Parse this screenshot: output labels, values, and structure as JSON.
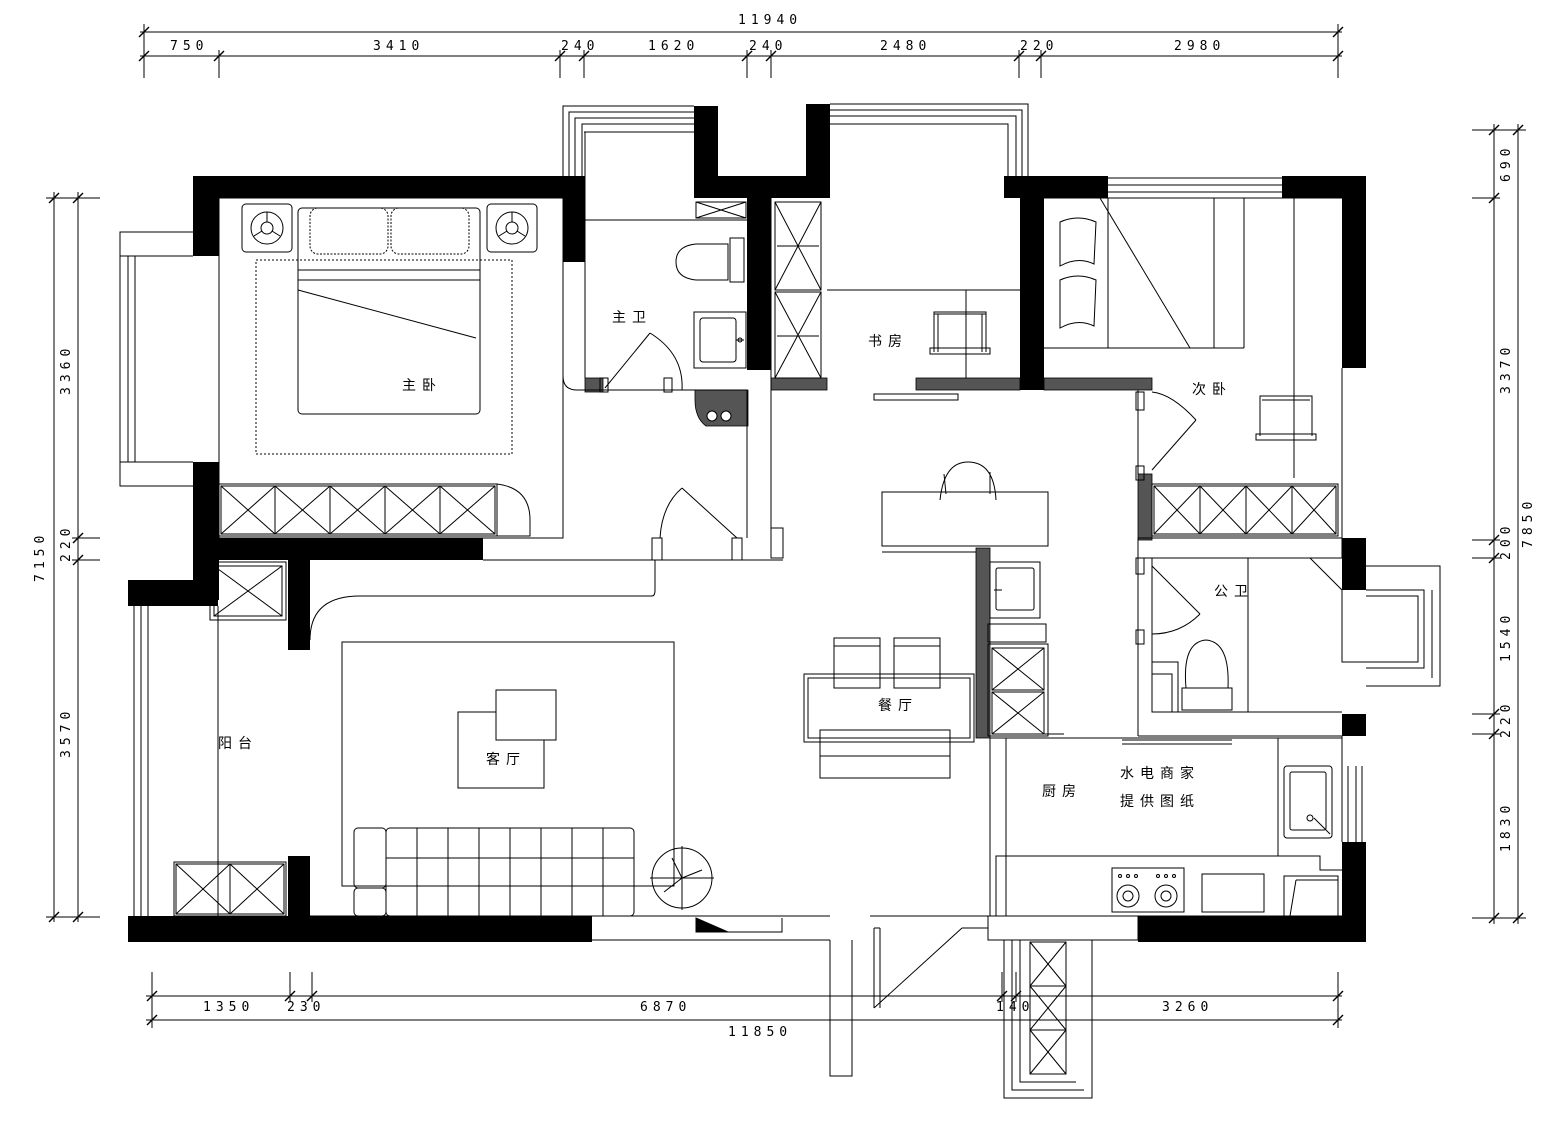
{
  "rooms": {
    "master_bedroom": "主卧",
    "master_bath": "主卫",
    "study": "书房",
    "second_bedroom": "次卧",
    "public_bath": "公卫",
    "balcony": "阳台",
    "living_room": "客厅",
    "dining_room": "餐厅",
    "kitchen": "厨房"
  },
  "notes": {
    "line1": "水电商家",
    "line2": "提供图纸"
  },
  "dimensions": {
    "top_total": "11940",
    "top": [
      "750",
      "3410",
      "240",
      "1620",
      "240",
      "2480",
      "220",
      "2980"
    ],
    "bottom_total": "11850",
    "bottom": [
      "1350",
      "230",
      "6870",
      "140",
      "3260"
    ],
    "left_total": "7150",
    "left": [
      "3360",
      "220",
      "3570"
    ],
    "right_total": "7850",
    "right": [
      "690",
      "3370",
      "200",
      "1540",
      "220",
      "1830"
    ]
  }
}
